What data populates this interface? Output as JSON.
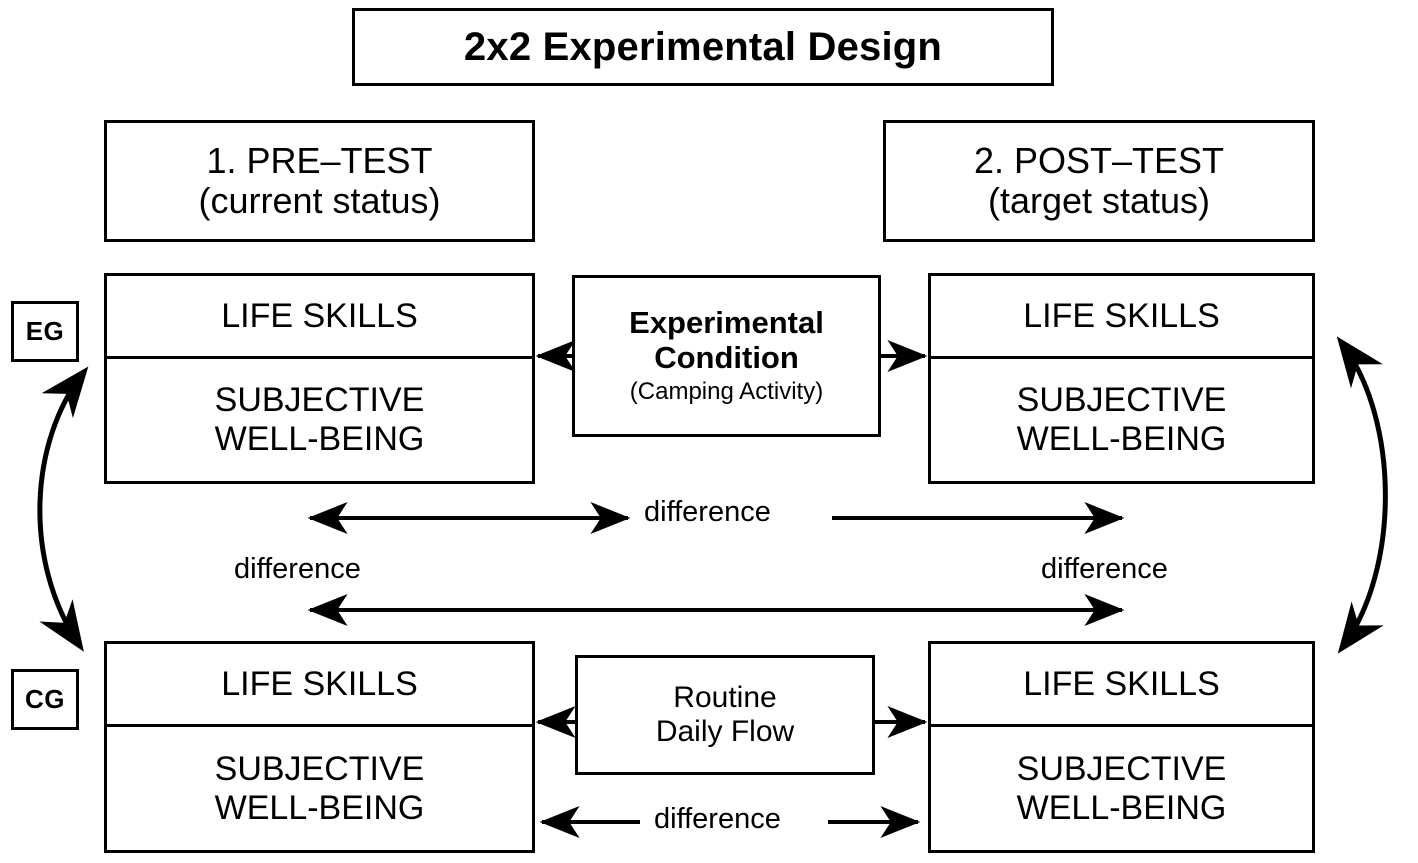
{
  "title": {
    "text": "2x2 Experimental Design"
  },
  "headers": {
    "pretest": {
      "line1": "1. PRE–TEST",
      "line2": "(current status)"
    },
    "posttest": {
      "line1": "2. POST–TEST",
      "line2": "(target status)"
    }
  },
  "groups": {
    "experimental": {
      "chip": "EG"
    },
    "control": {
      "chip": "CG"
    }
  },
  "measures": {
    "life_skills": "LIFE SKILLS",
    "swb_line1": "SUBJECTIVE",
    "swb_line2": "WELL-BEING"
  },
  "conditions": {
    "experimental": {
      "line1": "Experimental",
      "line2": "Condition",
      "line3": "(Camping Activity)"
    },
    "control": {
      "line1": "Routine",
      "line2": "Daily Flow"
    }
  },
  "comparisons": {
    "eg_pre_post": "difference",
    "pre_eg_cg": "difference",
    "post_eg_cg": "difference",
    "cg_pre_post": "difference"
  },
  "colors": {
    "stroke": "#000000",
    "background": "#ffffff"
  }
}
